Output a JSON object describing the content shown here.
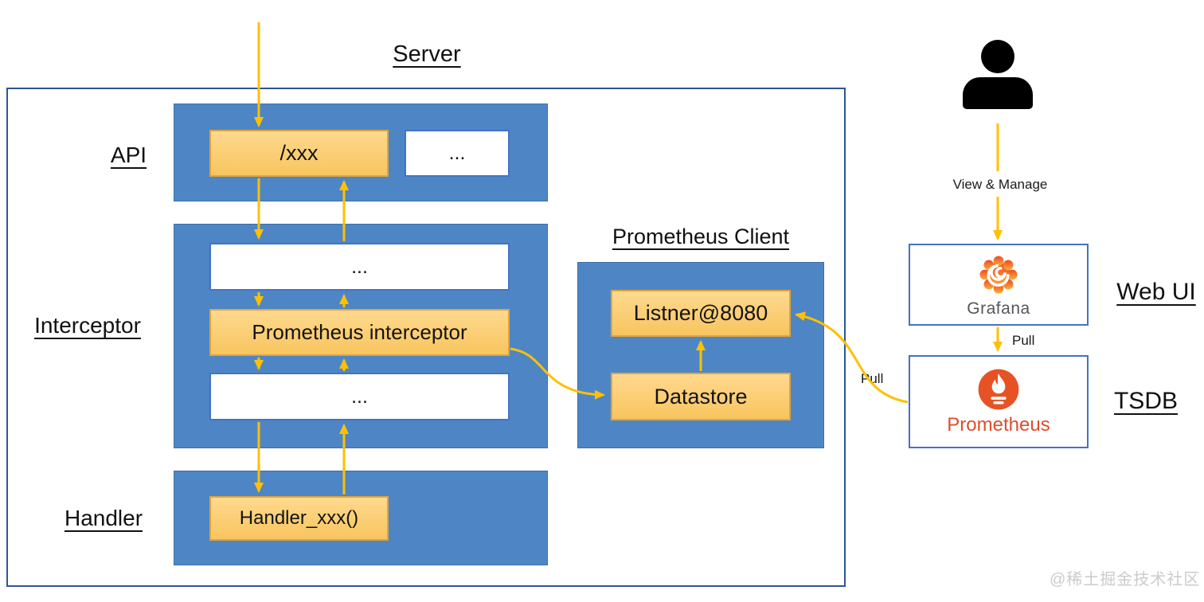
{
  "server": {
    "title": "Server",
    "api": {
      "label": "API",
      "route": "/xxx",
      "more": "..."
    },
    "interceptor": {
      "label": "Interceptor",
      "top": "...",
      "main": "Prometheus interceptor",
      "bottom": "..."
    },
    "handler": {
      "label": "Handler",
      "box": "Handler_xxx()"
    }
  },
  "client": {
    "title": "Prometheus Client",
    "listener": "Listner@8080",
    "datastore": "Datastore"
  },
  "monitoring": {
    "user_action": "View & Manage",
    "grafana": {
      "logo_text": "Grafana",
      "role": "Web UI",
      "pull": "Pull"
    },
    "prometheus": {
      "logo_text": "Prometheus",
      "role": "TSDB",
      "pull": "Pull"
    }
  },
  "watermark": "@稀土掘金技术社区",
  "colors": {
    "container_blue": "#4e86c5",
    "node_orange_fill": "#f9c96a",
    "node_orange_border": "#e2a43b",
    "arrow_gold": "#ffc000",
    "outer_border_blue": "#2f5597",
    "box_border_blue": "#4472c4",
    "grafana_orange": "#f58220",
    "prometheus_red": "#e75225",
    "watermark_gray": "#cbcbcb"
  }
}
